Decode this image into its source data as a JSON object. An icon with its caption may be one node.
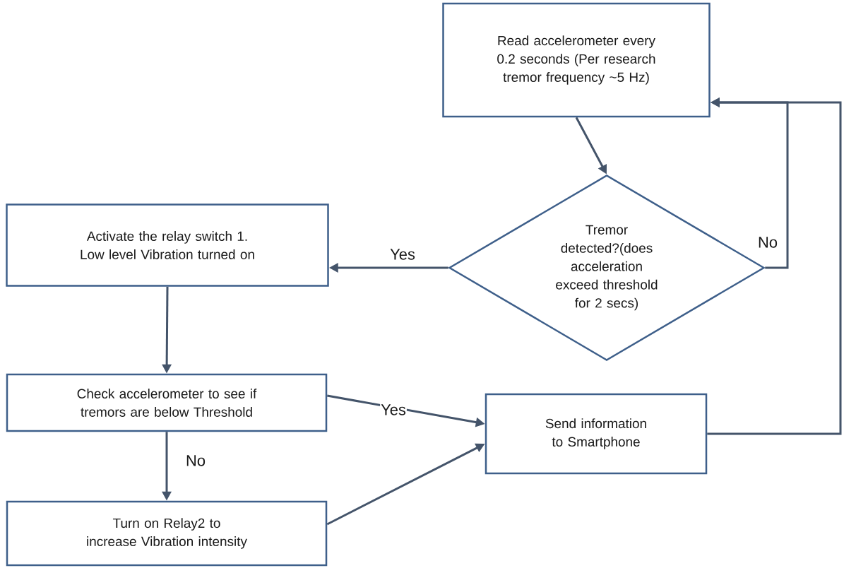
{
  "diagram": {
    "nodes": [
      {
        "text": [
          "Read accelerometer every 0.2 seconds (Per research tremor frequency ~5 Hz)"
        ]
      },
      {
        "text": [
          "Tremor detected?(does acceleration exceed threshold for 2 secs)"
        ]
      },
      {
        "text": [
          "Activate the relay switch 1. Low level Vibration turned on"
        ]
      },
      {
        "text": [
          "Check accelerometer to see if tremors are below Threshold"
        ]
      },
      {
        "text": [
          "Send information to Smartphone"
        ]
      },
      {
        "text": [
          "Turn on Relay2 to increase Vibration intensity"
        ]
      }
    ],
    "edges": [
      {
        "from": 0,
        "to": 1,
        "arrow": "to"
      },
      {
        "from": 1,
        "to": 2,
        "arrow": "to",
        "label": "Yes"
      },
      {
        "from": 1,
        "to": 0,
        "arrow": "to",
        "label": "No"
      },
      {
        "from": 2,
        "to": 3,
        "arrow": "to"
      },
      {
        "from": 3,
        "to": 4,
        "arrow": "to",
        "label": "Yes"
      },
      {
        "from": 3,
        "to": 5,
        "arrow": "to",
        "label": "No"
      },
      {
        "from": 5,
        "to": 4,
        "arrow": "to"
      },
      {
        "from": 4,
        "to": 0,
        "arrow": "to"
      }
    ]
  }
}
